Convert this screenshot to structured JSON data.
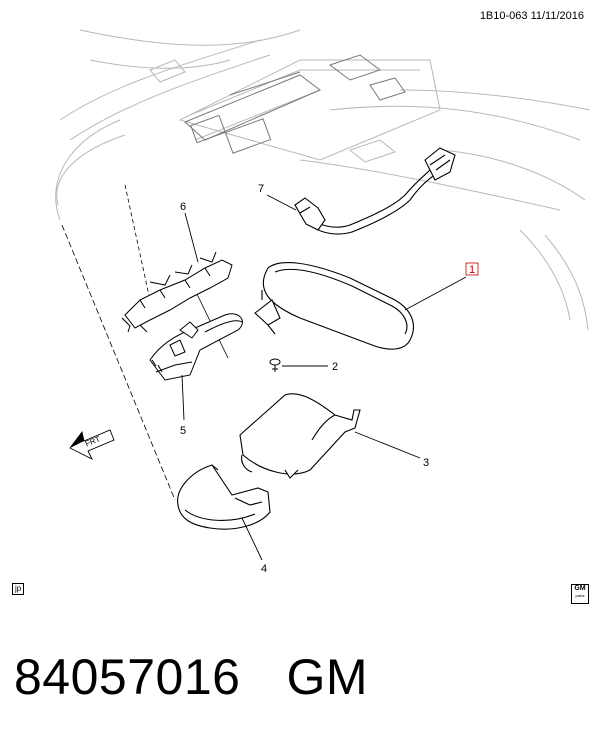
{
  "header": {
    "doc_id": "1B10-063 11/11/2016"
  },
  "callouts": [
    {
      "id": "1",
      "label": "1"
    },
    {
      "id": "2",
      "label": "2"
    },
    {
      "id": "3",
      "label": "3"
    },
    {
      "id": "4",
      "label": "4"
    },
    {
      "id": "5",
      "label": "5"
    },
    {
      "id": "6",
      "label": "6"
    },
    {
      "id": "7",
      "label": "7"
    }
  ],
  "direction_marker": "FRT",
  "tags": {
    "jp": "jp",
    "logo_top": "GM",
    "logo_bottom": "parts"
  },
  "footer": {
    "part_number": "84057016",
    "brand": "GM"
  },
  "colors": {
    "line": "#000000",
    "ghost_line": "#b8b8b8",
    "callout_highlight": "#c00000"
  }
}
